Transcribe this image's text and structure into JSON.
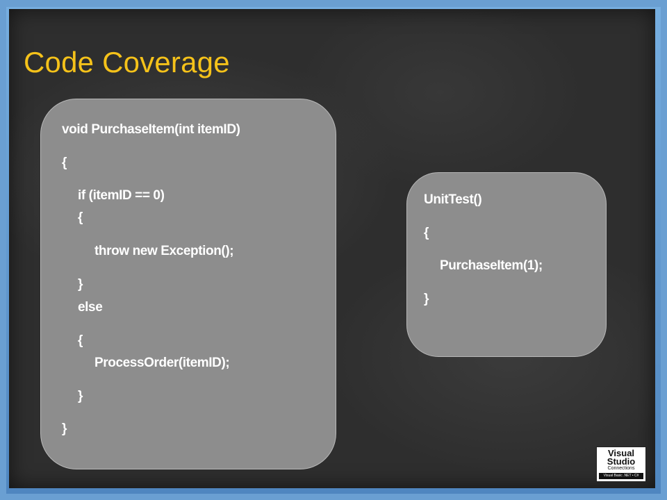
{
  "slide": {
    "title": "Code Coverage"
  },
  "left_code": {
    "lines": [
      "void PurchaseItem(int itemID)",
      "{",
      "if (itemID == 0)",
      "{",
      "throw new Exception();",
      "}",
      "else",
      "{",
      "ProcessOrder(itemID);",
      "}",
      "}"
    ]
  },
  "right_code": {
    "lines": [
      "UnitTest()",
      "{",
      "PurchaseItem(1);",
      "}"
    ]
  },
  "logo": {
    "line1": "Visual",
    "line2": "Studio",
    "line3": "Connections",
    "bar": "Visual Basic .NET • C#"
  },
  "colors": {
    "title": "#f5c21a",
    "panel": "#8d8d8d",
    "board": "#2e2e2e",
    "frame": "#5a93c8"
  }
}
